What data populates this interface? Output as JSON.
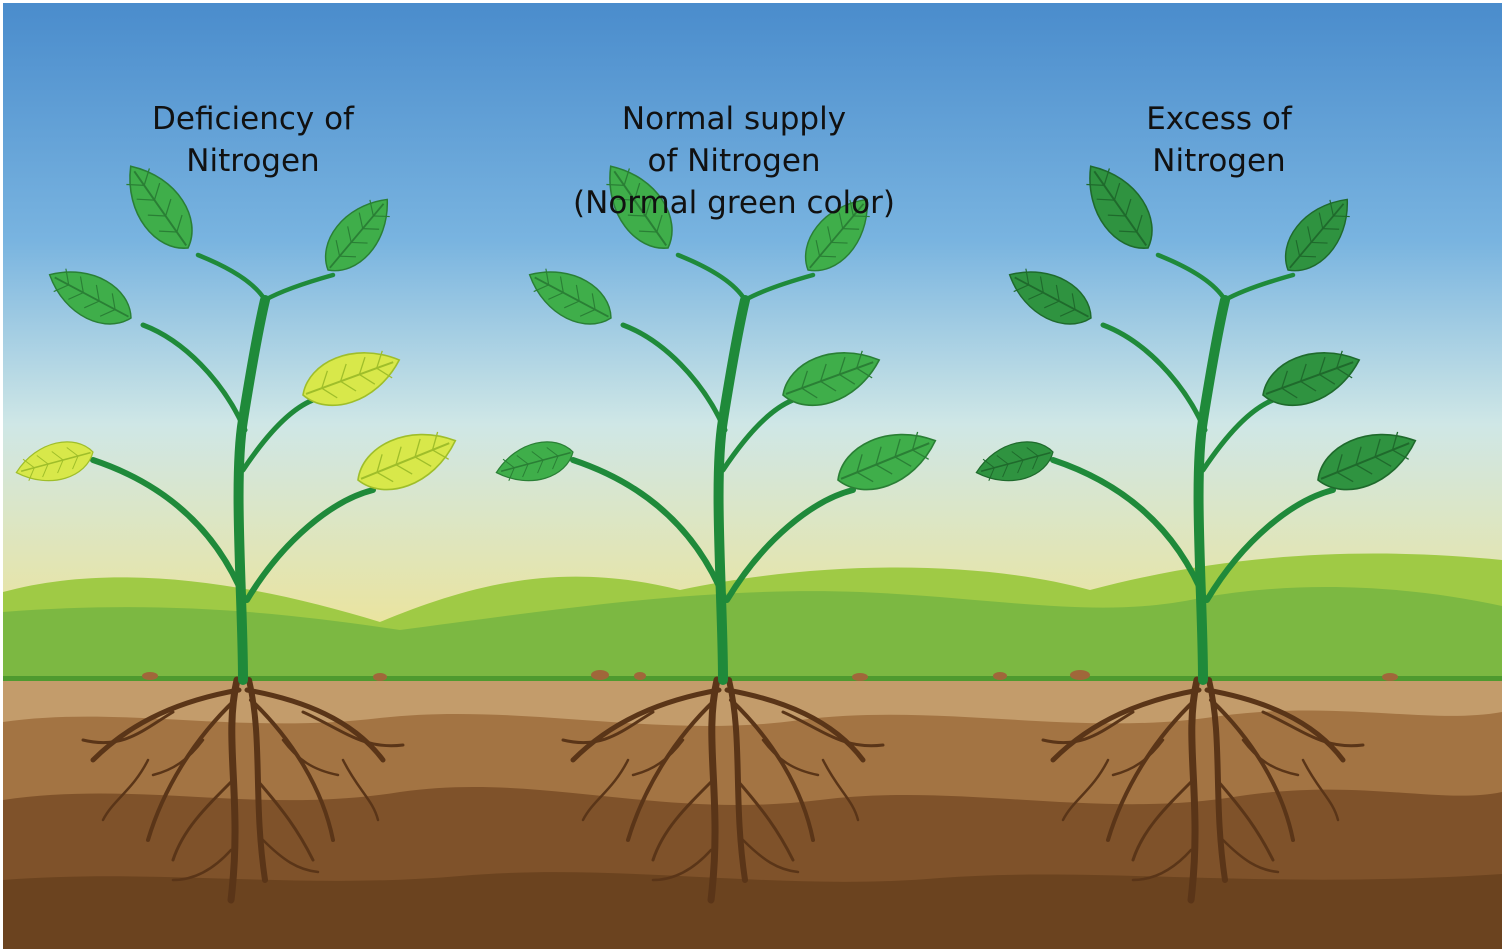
{
  "panels": [
    {
      "id": "deficiency",
      "caption_lines": [
        "Deficiency of",
        "Nitrogen"
      ],
      "leaf_colors": [
        "yellow",
        "yellow",
        "yellow",
        "green",
        "green",
        "green"
      ]
    },
    {
      "id": "normal",
      "caption_lines": [
        "Normal supply",
        "of Nitrogen",
        "(Normal green color)"
      ],
      "leaf_colors": [
        "green",
        "green",
        "green",
        "green",
        "green",
        "green"
      ]
    },
    {
      "id": "excess",
      "caption_lines": [
        "Excess of",
        "Nitrogen"
      ],
      "leaf_colors": [
        "dark",
        "dark",
        "dark",
        "dark",
        "dark",
        "dark"
      ]
    }
  ],
  "colors": {
    "sky_top": "#4a8ccc",
    "sky_mid": "#cfe7e6",
    "sky_bottom": "#f2e38a",
    "hill_light": "#9fca45",
    "hill_dark": "#7cb842",
    "ground_line": "#4e9a2f",
    "soil_top": "#c39c6b",
    "soil_mid": "#a37443",
    "soil_dark": "#7f522a",
    "soil_bottom": "#6b431f",
    "stem": "#1f8a3a",
    "root": "#5a3518",
    "leaf_green": "#3fae4a",
    "leaf_green_vein": "#2a7f35",
    "leaf_yellow": "#d8e84a",
    "leaf_yellow_vein": "#9fbe2a",
    "leaf_dark": "#2f9340",
    "leaf_dark_vein": "#1f6a2c"
  }
}
